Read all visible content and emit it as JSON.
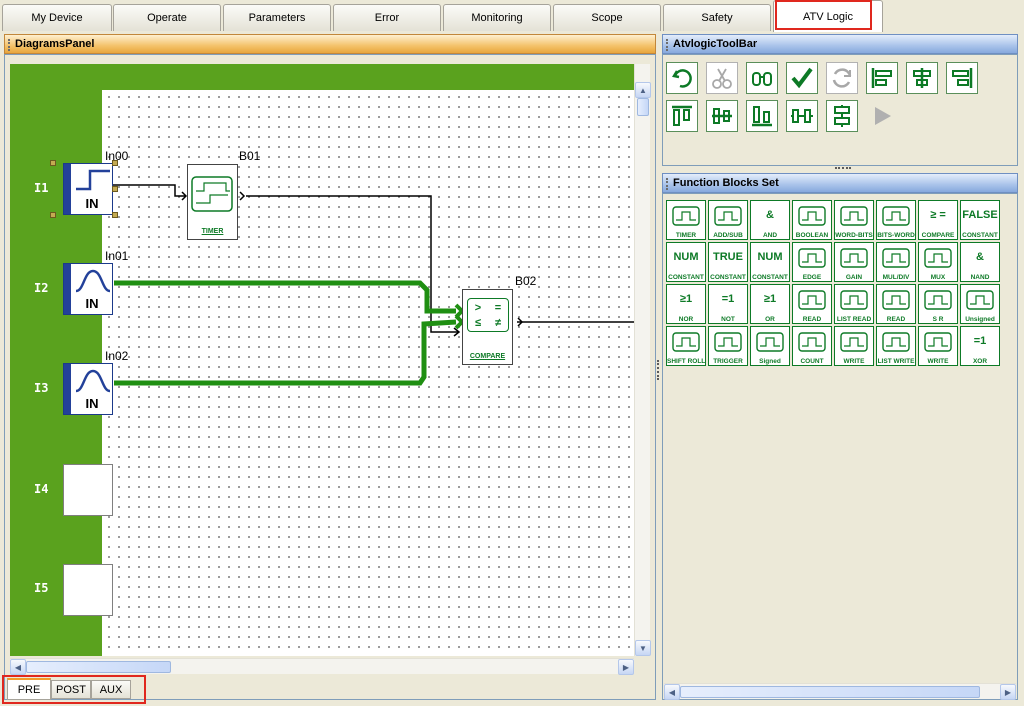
{
  "tabs": [
    {
      "label": "My Device"
    },
    {
      "label": "Operate"
    },
    {
      "label": "Parameters"
    },
    {
      "label": "Error"
    },
    {
      "label": "Monitoring"
    },
    {
      "label": "Scope"
    },
    {
      "label": "Safety"
    },
    {
      "label": "ATV Logic",
      "active": true
    }
  ],
  "diagrams_panel": {
    "title": "DiagramsPanel",
    "inputs": [
      {
        "label": "I1",
        "block_text": "IN",
        "name": "In00",
        "signal": "step"
      },
      {
        "label": "I2",
        "block_text": "IN",
        "name": "In01",
        "signal": "sine"
      },
      {
        "label": "I3",
        "block_text": "IN",
        "name": "In02",
        "signal": "sine"
      },
      {
        "label": "I4",
        "block_text": ""
      },
      {
        "label": "I5",
        "block_text": ""
      }
    ],
    "blocks": [
      {
        "id": "B01",
        "type": "TIMER"
      },
      {
        "id": "B02",
        "type": "COMPARE"
      }
    ],
    "compare_symbols": [
      ">",
      "=",
      "≤",
      "≠"
    ],
    "bottom_tabs": [
      {
        "label": "PRE",
        "active": true
      },
      {
        "label": "POST"
      },
      {
        "label": "AUX"
      }
    ]
  },
  "toolbar": {
    "title": "AtvlogicToolBar",
    "tools": [
      {
        "icon": "undo-icon",
        "enabled": true
      },
      {
        "icon": "cut-icon",
        "enabled": false
      },
      {
        "icon": "find-icon",
        "enabled": true
      },
      {
        "icon": "validate-check-icon",
        "enabled": true
      },
      {
        "icon": "refresh-icon",
        "enabled": false
      },
      {
        "icon": "align-left-icon",
        "enabled": true
      },
      {
        "icon": "align-center-icon",
        "enabled": true
      },
      {
        "icon": "align-right-icon",
        "enabled": true
      },
      {
        "icon": "align-top-icon",
        "enabled": true
      },
      {
        "icon": "align-middle-icon",
        "enabled": true
      },
      {
        "icon": "align-bottom-icon",
        "enabled": true
      },
      {
        "icon": "distribute-horizontal-icon",
        "enabled": true
      },
      {
        "icon": "distribute-vertical-icon",
        "enabled": true
      },
      {
        "icon": "run-icon",
        "enabled": false
      }
    ]
  },
  "function_blocks": {
    "title": "Function Blocks Set",
    "items": [
      {
        "label": "TIMER",
        "big": ""
      },
      {
        "label": "ADD/SUB",
        "big": ""
      },
      {
        "label": "AND",
        "big": "&"
      },
      {
        "label": "BOOLEAN",
        "big": ""
      },
      {
        "label": "WORD-BITS",
        "big": ""
      },
      {
        "label": "BITS-WORD",
        "big": ""
      },
      {
        "label": "COMPARE",
        "big": "≥ ="
      },
      {
        "label": "CONSTANT",
        "big": "FALSE"
      },
      {
        "label": "CONSTANT",
        "big": "NUM"
      },
      {
        "label": "CONSTANT",
        "big": "TRUE"
      },
      {
        "label": "CONSTANT",
        "big": "NUM"
      },
      {
        "label": "EDGE",
        "big": ""
      },
      {
        "label": "GAIN",
        "big": ""
      },
      {
        "label": "MUL/DIV",
        "big": ""
      },
      {
        "label": "MUX",
        "big": ""
      },
      {
        "label": "NAND",
        "big": "&"
      },
      {
        "label": "NOR",
        "big": "≥1"
      },
      {
        "label": "NOT",
        "big": "=1"
      },
      {
        "label": "OR",
        "big": "≥1"
      },
      {
        "label": "READ",
        "big": ""
      },
      {
        "label": "LIST READ",
        "big": ""
      },
      {
        "label": "READ",
        "big": ""
      },
      {
        "label": "S R",
        "big": ""
      },
      {
        "label": "Unsigned",
        "big": ""
      },
      {
        "label": "SHIFT ROLL",
        "big": ""
      },
      {
        "label": "TRIGGER",
        "big": ""
      },
      {
        "label": "Signed",
        "big": ""
      },
      {
        "label": "COUNT",
        "big": ""
      },
      {
        "label": "WRITE",
        "big": ""
      },
      {
        "label": "LIST WRITE",
        "big": ""
      },
      {
        "label": "WRITE",
        "big": ""
      },
      {
        "label": "XOR",
        "big": "=1"
      }
    ]
  },
  "colors": {
    "diagram_green": "#5aa21e",
    "block_green": "#0d7a26",
    "wire_green": "#1f8f12",
    "highlight_red": "#e0281e"
  }
}
